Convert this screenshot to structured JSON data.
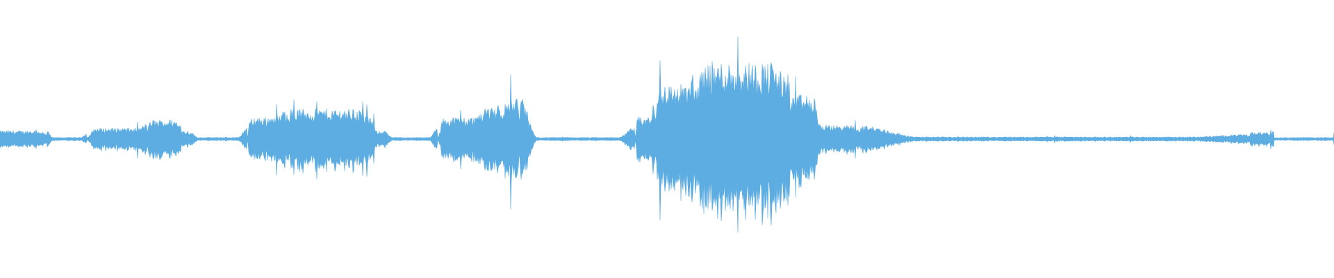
{
  "waveform": {
    "color": "#5dade2",
    "background": "#ffffff",
    "segments": [
      {
        "start": 0.0,
        "end": 0.035,
        "amplitude": 0.03
      },
      {
        "start": 0.035,
        "end": 0.065,
        "amplitude": 0.006
      },
      {
        "start": 0.065,
        "end": 0.11,
        "amplitude": 0.04
      },
      {
        "start": 0.11,
        "end": 0.135,
        "amplitude": 0.07
      },
      {
        "start": 0.135,
        "end": 0.142,
        "amplitude": 0.03
      },
      {
        "start": 0.142,
        "end": 0.185,
        "amplitude": 0.006
      },
      {
        "start": 0.185,
        "end": 0.205,
        "amplitude": 0.08
      },
      {
        "start": 0.205,
        "end": 0.28,
        "amplitude": 0.11
      },
      {
        "start": 0.28,
        "end": 0.288,
        "amplitude": 0.03
      },
      {
        "start": 0.288,
        "end": 0.328,
        "amplitude": 0.006
      },
      {
        "start": 0.328,
        "end": 0.36,
        "amplitude": 0.08
      },
      {
        "start": 0.36,
        "end": 0.38,
        "amplitude": 0.12
      },
      {
        "start": 0.38,
        "end": 0.39,
        "amplitude": 0.15
      },
      {
        "start": 0.39,
        "end": 0.476,
        "amplitude": 0.006
      },
      {
        "start": 0.476,
        "end": 0.49,
        "amplitude": 0.08
      },
      {
        "start": 0.49,
        "end": 0.52,
        "amplitude": 0.2
      },
      {
        "start": 0.52,
        "end": 0.59,
        "amplitude": 0.28
      },
      {
        "start": 0.59,
        "end": 0.61,
        "amplitude": 0.16
      },
      {
        "start": 0.61,
        "end": 0.645,
        "amplitude": 0.05
      },
      {
        "start": 0.645,
        "end": 0.935,
        "amplitude": 0.008
      },
      {
        "start": 0.935,
        "end": 0.955,
        "amplitude": 0.025
      },
      {
        "start": 1.0,
        "end": 1.0,
        "amplitude": 0.03
      }
    ]
  }
}
